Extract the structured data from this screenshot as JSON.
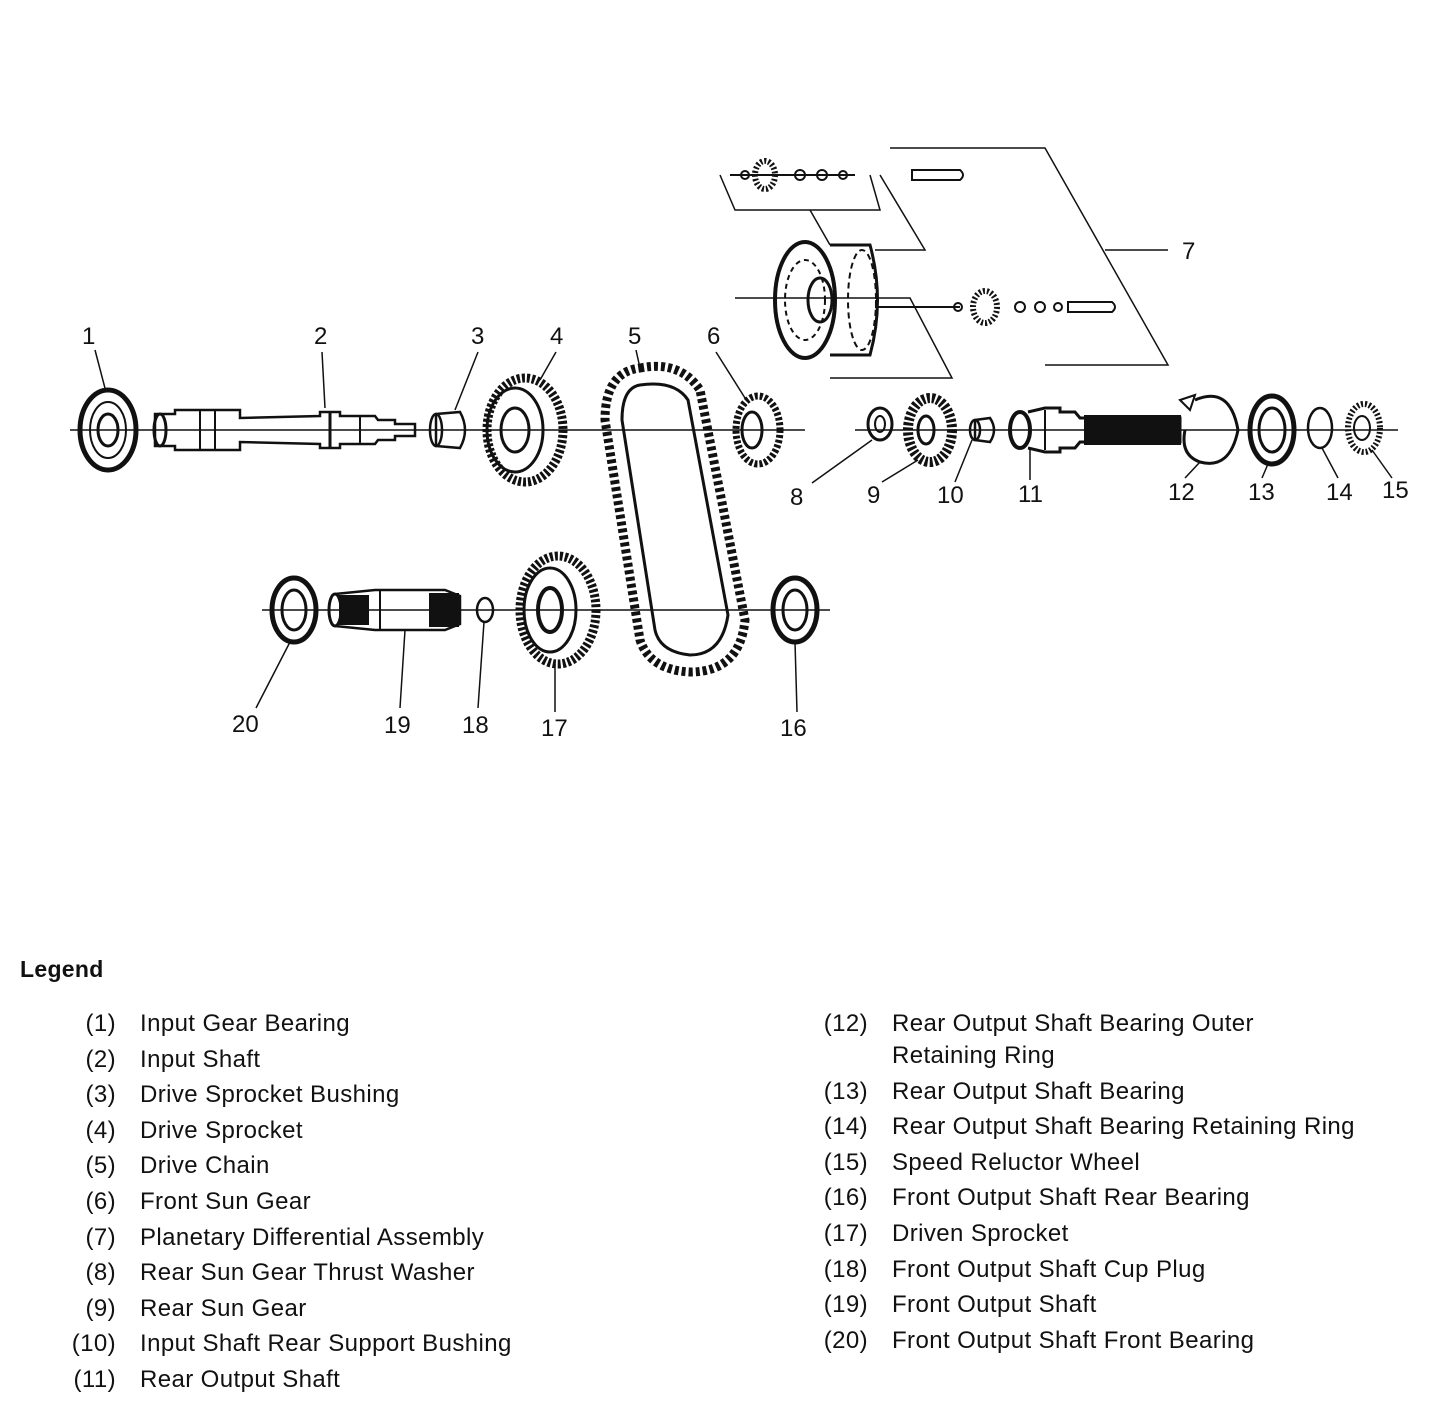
{
  "callouts": {
    "c1": "1",
    "c2": "2",
    "c3": "3",
    "c4": "4",
    "c5": "5",
    "c6": "6",
    "c7": "7",
    "c8": "8",
    "c9": "9",
    "c10": "10",
    "c11": "11",
    "c12": "12",
    "c13": "13",
    "c14": "14",
    "c15": "15",
    "c16": "16",
    "c17": "17",
    "c18": "18",
    "c19": "19",
    "c20": "20"
  },
  "legend": {
    "title": "Legend",
    "left": [
      {
        "num": "(1)",
        "text": "Input Gear Bearing"
      },
      {
        "num": "(2)",
        "text": "Input Shaft"
      },
      {
        "num": "(3)",
        "text": "Drive Sprocket Bushing"
      },
      {
        "num": "(4)",
        "text": "Drive Sprocket"
      },
      {
        "num": "(5)",
        "text": "Drive Chain"
      },
      {
        "num": "(6)",
        "text": "Front Sun Gear"
      },
      {
        "num": "(7)",
        "text": "Planetary Differential Assembly"
      },
      {
        "num": "(8)",
        "text": "Rear Sun Gear Thrust Washer"
      },
      {
        "num": "(9)",
        "text": "Rear Sun Gear"
      },
      {
        "num": "(10)",
        "text": "Input Shaft Rear Support Bushing"
      },
      {
        "num": "(11)",
        "text": "Rear Output Shaft"
      }
    ],
    "right": [
      {
        "num": "(12)",
        "text": "Rear Output Shaft Bearing Outer Retaining Ring"
      },
      {
        "num": "(13)",
        "text": "Rear Output Shaft Bearing"
      },
      {
        "num": "(14)",
        "text": "Rear Output Shaft Bearing Retaining Ring"
      },
      {
        "num": "(15)",
        "text": "Speed Reluctor Wheel"
      },
      {
        "num": "(16)",
        "text": "Front Output Shaft Rear Bearing"
      },
      {
        "num": "(17)",
        "text": "Driven Sprocket"
      },
      {
        "num": "(18)",
        "text": "Front Output Shaft Cup Plug"
      },
      {
        "num": "(19)",
        "text": "Front Output Shaft"
      },
      {
        "num": "(20)",
        "text": "Front Output Shaft Front Bearing"
      }
    ]
  },
  "colors": {
    "ink": "#111111",
    "background": "#ffffff"
  }
}
